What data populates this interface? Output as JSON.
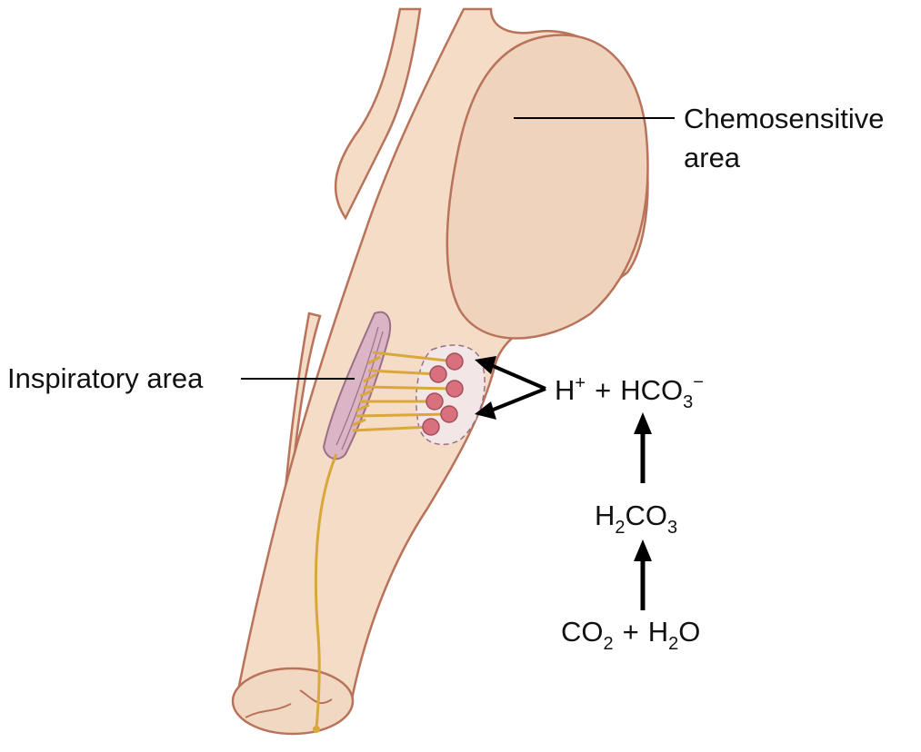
{
  "labels": {
    "chemosensitive_line1": "Chemosensitive",
    "chemosensitive_line2": "area",
    "inspiratory": "Inspiratory area"
  },
  "chemistry": {
    "ion_h": "H",
    "ion_h_charge": "+",
    "plus": "+",
    "bicarbonate_a": "HCO",
    "bicarbonate_sub": "3",
    "bicarbonate_charge": "−",
    "carbonic_a": "H",
    "carbonic_sub1": "2",
    "carbonic_b": "CO",
    "carbonic_sub2": "3",
    "co2_a": "CO",
    "co2_sub": "2",
    "water_a": "H",
    "water_sub": "2",
    "water_b": "O"
  },
  "colors": {
    "brainstem_fill": "#f5dcc6",
    "brainstem_outline": "#b8735a",
    "chemosensitive_fill": "#efd3bd",
    "inspiratory_fill": "#dbb4c6",
    "neuron_fill": "#d9707e",
    "fiber": "#d9a83a",
    "arrow": "#000000"
  }
}
